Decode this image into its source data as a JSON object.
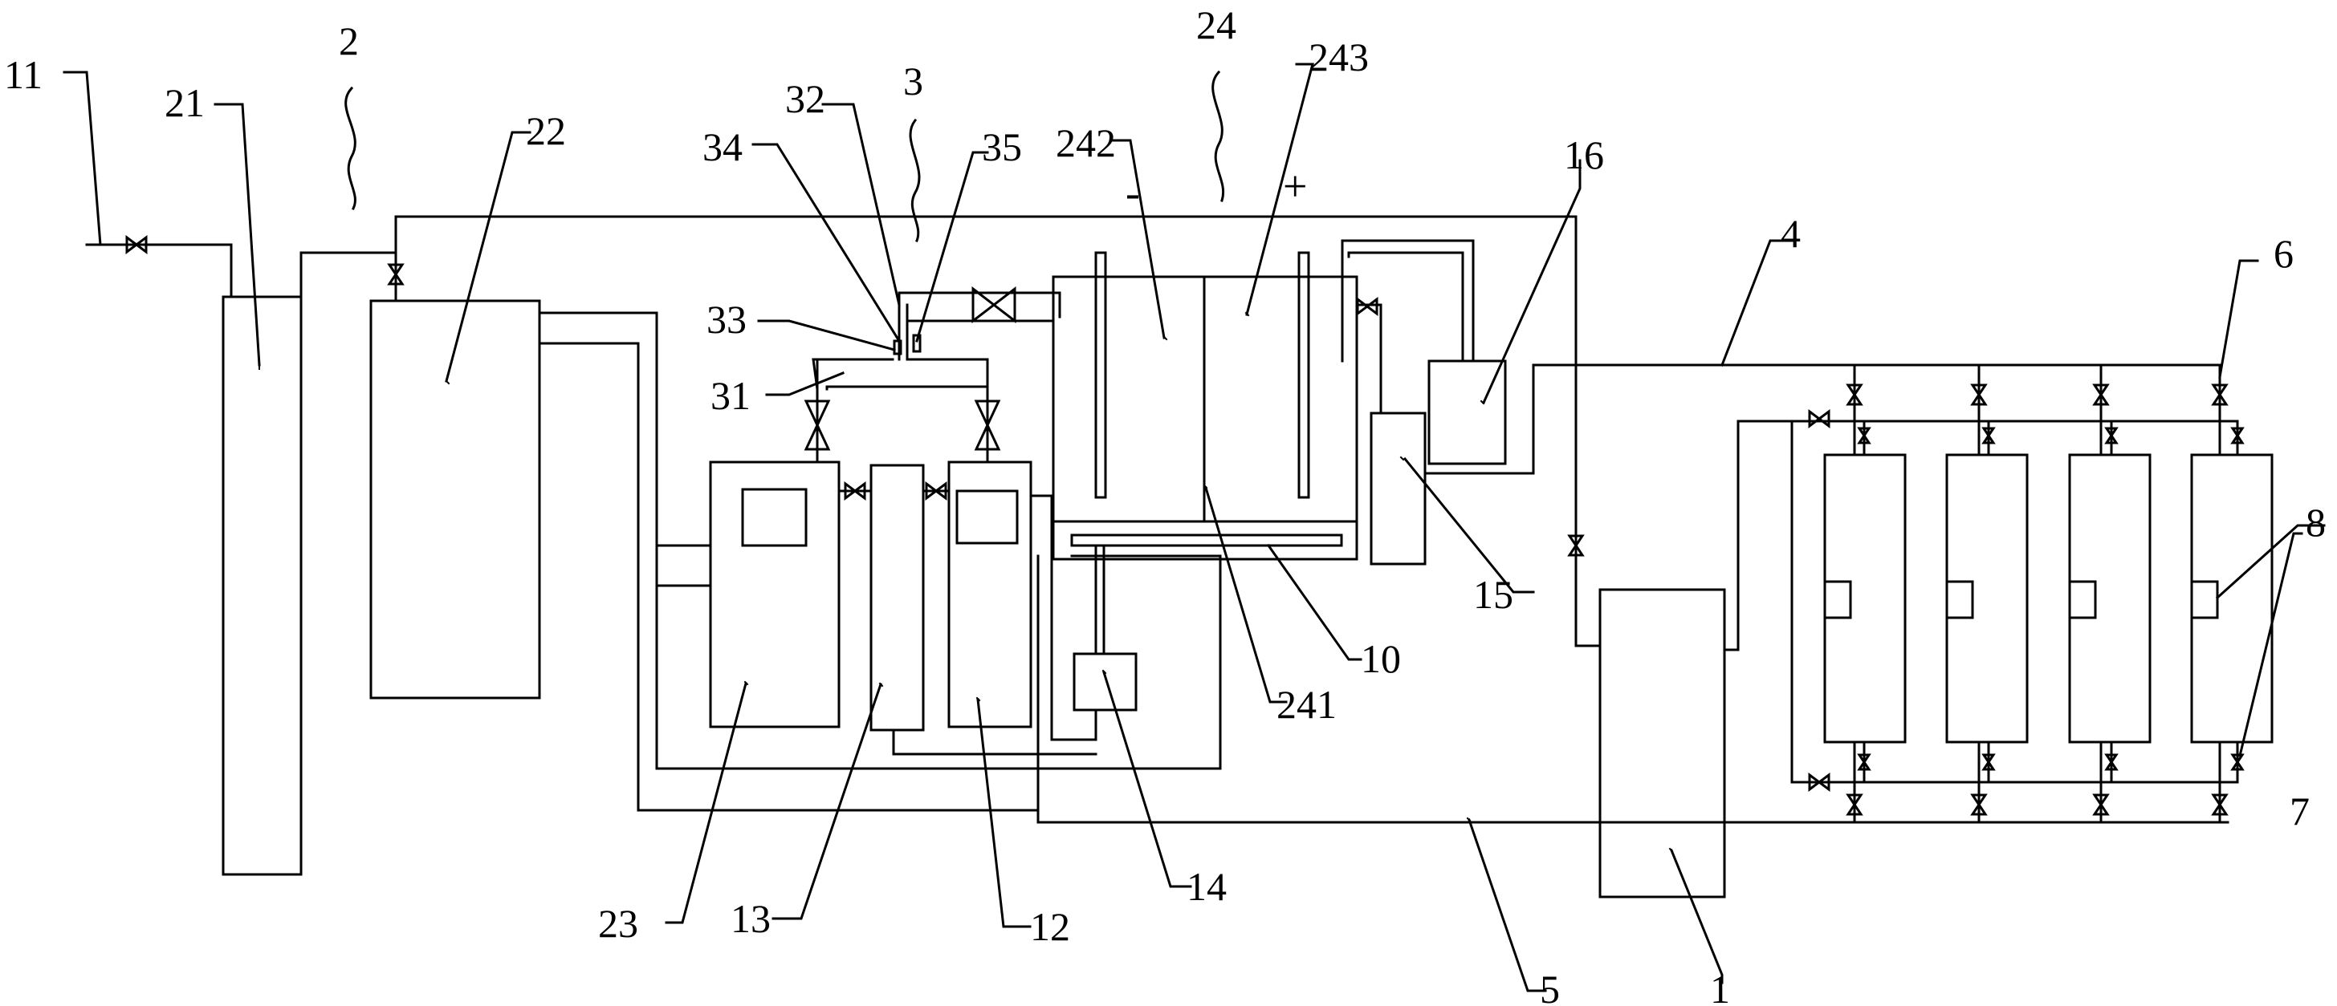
{
  "labels": {
    "n1": "1",
    "n2": "2",
    "n3": "3",
    "n4": "4",
    "n5": "5",
    "n6": "6",
    "n7": "7",
    "n8": "8",
    "n10": "10",
    "n11": "11",
    "n12": "12",
    "n13": "13",
    "n14": "14",
    "n15": "15",
    "n16": "16",
    "n21": "21",
    "n22": "22",
    "n23": "23",
    "n24": "24",
    "n31": "31",
    "n32": "32",
    "n33": "33",
    "n34": "34",
    "n35": "35",
    "n241": "241",
    "n242": "242",
    "n243": "243"
  },
  "signs": {
    "minus": "-",
    "plus": "+"
  }
}
